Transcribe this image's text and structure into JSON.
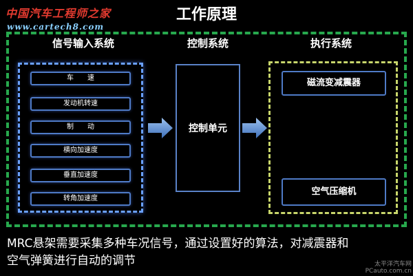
{
  "watermark": {
    "title": "中国汽车工程师之家",
    "url": "www.cartech8.com",
    "color": "#e23a2f"
  },
  "title": "工作原理",
  "sections": {
    "input": "信号输入系统",
    "control": "控制系统",
    "exec": "执行系统"
  },
  "input_signals": [
    "车　　速",
    "发动机转速",
    "制　　动",
    "横向加速度",
    "垂直加速度",
    "转角加速度"
  ],
  "control_unit": "控制单元",
  "exec_items": [
    "磁流变减震器",
    "空气压缩机"
  ],
  "caption": [
    "MRC悬架需要采集多种车况信号，通过设置好的算法，对减震器和",
    "空气弹簧进行自动的调节"
  ],
  "credit": [
    "太平洋汽车网",
    "PCauto.com.cn"
  ],
  "colors": {
    "outer_border": "#27a84d",
    "input_border": "#6aa0ff",
    "exec_border": "#c8d66b",
    "arrow": "#5b8fd6"
  }
}
